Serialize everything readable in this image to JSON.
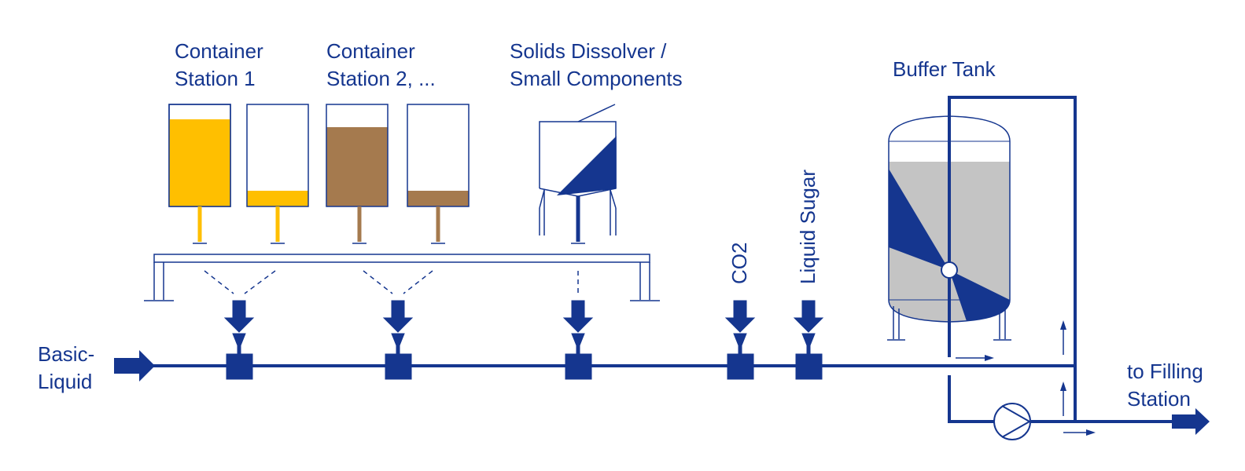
{
  "labels": {
    "container_station_1": [
      "Container",
      "Station 1"
    ],
    "container_station_2": [
      "Container",
      "Station 2, ..."
    ],
    "solids_dissolver": [
      "Solids Dissolver /",
      "Small Components"
    ],
    "buffer_tank": "Buffer Tank",
    "co2": "CO2",
    "liquid_sugar": "Liquid Sugar",
    "basic_liquid": [
      "Basic-",
      "Liquid"
    ],
    "to_filling_station": [
      "to Filling",
      "Station"
    ]
  },
  "colors": {
    "line": "#15368f",
    "yellow_liquid": "#ffbf00",
    "brown_liquid": "#a57a4e",
    "tank_fill": "#c4c4c4"
  },
  "containers": [
    {
      "station": 1,
      "liquid": "yellow",
      "fill_fraction": 0.85
    },
    {
      "station": 1,
      "liquid": "yellow",
      "fill_fraction": 0.15
    },
    {
      "station": 2,
      "liquid": "brown",
      "fill_fraction": 0.78
    },
    {
      "station": 2,
      "liquid": "brown",
      "fill_fraction": 0.15
    }
  ],
  "buffer_tank": {
    "fill_fraction": 0.78
  }
}
